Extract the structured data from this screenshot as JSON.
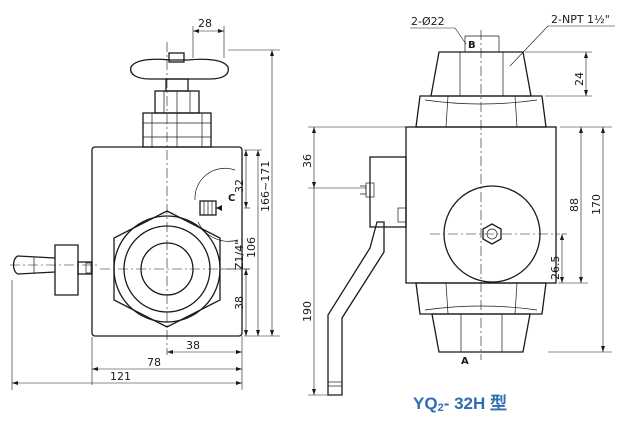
{
  "title": {
    "prefix": "YQ",
    "sub": "2",
    "suffix": "- 32H 型",
    "color": "#2f6eb3"
  },
  "front_view": {
    "dim_top_width": "28",
    "dim_overall_height": "166~171",
    "dim_port_c_height": "32",
    "thread_c": "Z1/4\"",
    "dim_body_height": "106",
    "dim_center_height": "38",
    "dim_center_offset": "38",
    "dim_body_width": "78",
    "dim_overall_width": "121",
    "port_label_c": "C"
  },
  "side_view": {
    "bolt_holes": "2-Ø22",
    "npt_thread": "2-NPT 1½\"",
    "port_label_b": "B",
    "port_label_a": "A",
    "dim_top_nut": "24",
    "dim_handle_offset": "36",
    "dim_upper_height": "88",
    "dim_total_height": "170",
    "dim_plug_height": "26.5",
    "dim_handle_length": "190"
  }
}
